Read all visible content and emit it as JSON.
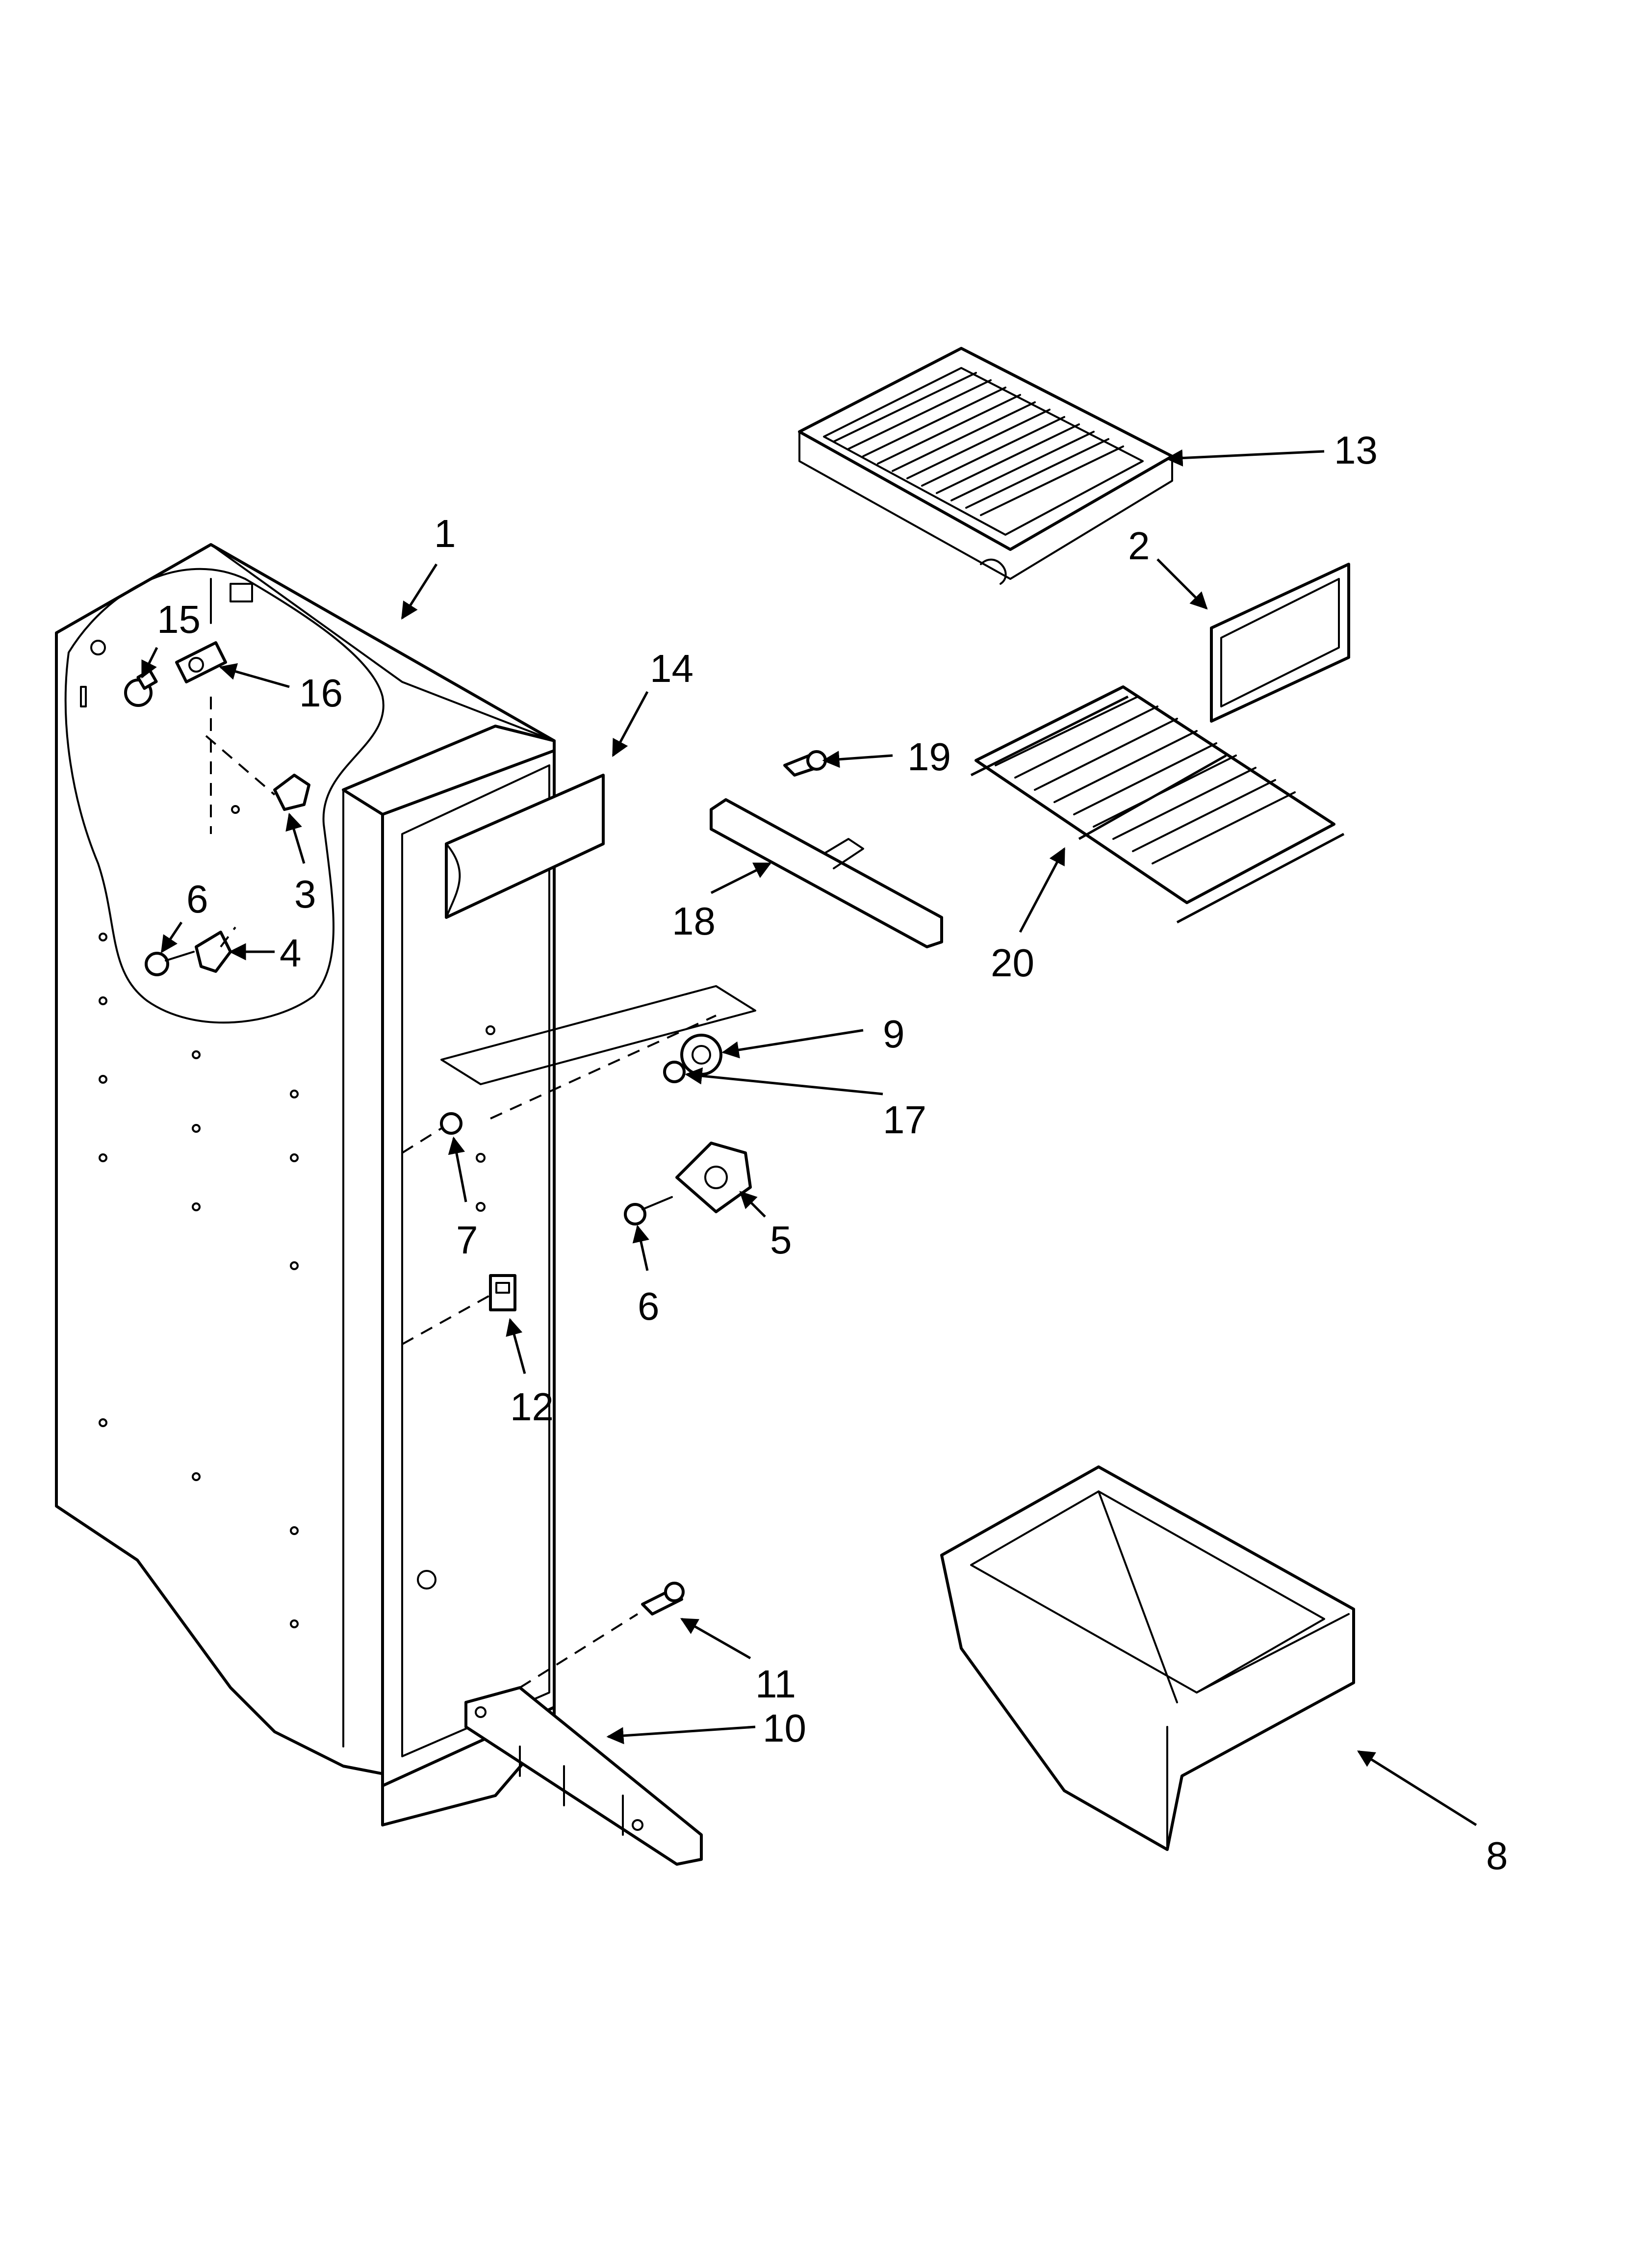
{
  "callouts": [
    {
      "id": "1",
      "label": "1"
    },
    {
      "id": "2",
      "label": "2"
    },
    {
      "id": "3",
      "label": "3"
    },
    {
      "id": "4",
      "label": "4"
    },
    {
      "id": "5",
      "label": "5"
    },
    {
      "id": "6a",
      "label": "6"
    },
    {
      "id": "6b",
      "label": "6"
    },
    {
      "id": "7",
      "label": "7"
    },
    {
      "id": "8",
      "label": "8"
    },
    {
      "id": "9",
      "label": "9"
    },
    {
      "id": "10",
      "label": "10"
    },
    {
      "id": "11",
      "label": "11"
    },
    {
      "id": "12",
      "label": "12"
    },
    {
      "id": "13",
      "label": "13"
    },
    {
      "id": "14",
      "label": "14"
    },
    {
      "id": "15",
      "label": "15"
    },
    {
      "id": "16",
      "label": "16"
    },
    {
      "id": "17",
      "label": "17"
    },
    {
      "id": "18",
      "label": "18"
    },
    {
      "id": "19",
      "label": "19"
    },
    {
      "id": "20",
      "label": "20"
    }
  ],
  "colors": {
    "line": "#000000",
    "background": "#ffffff"
  }
}
